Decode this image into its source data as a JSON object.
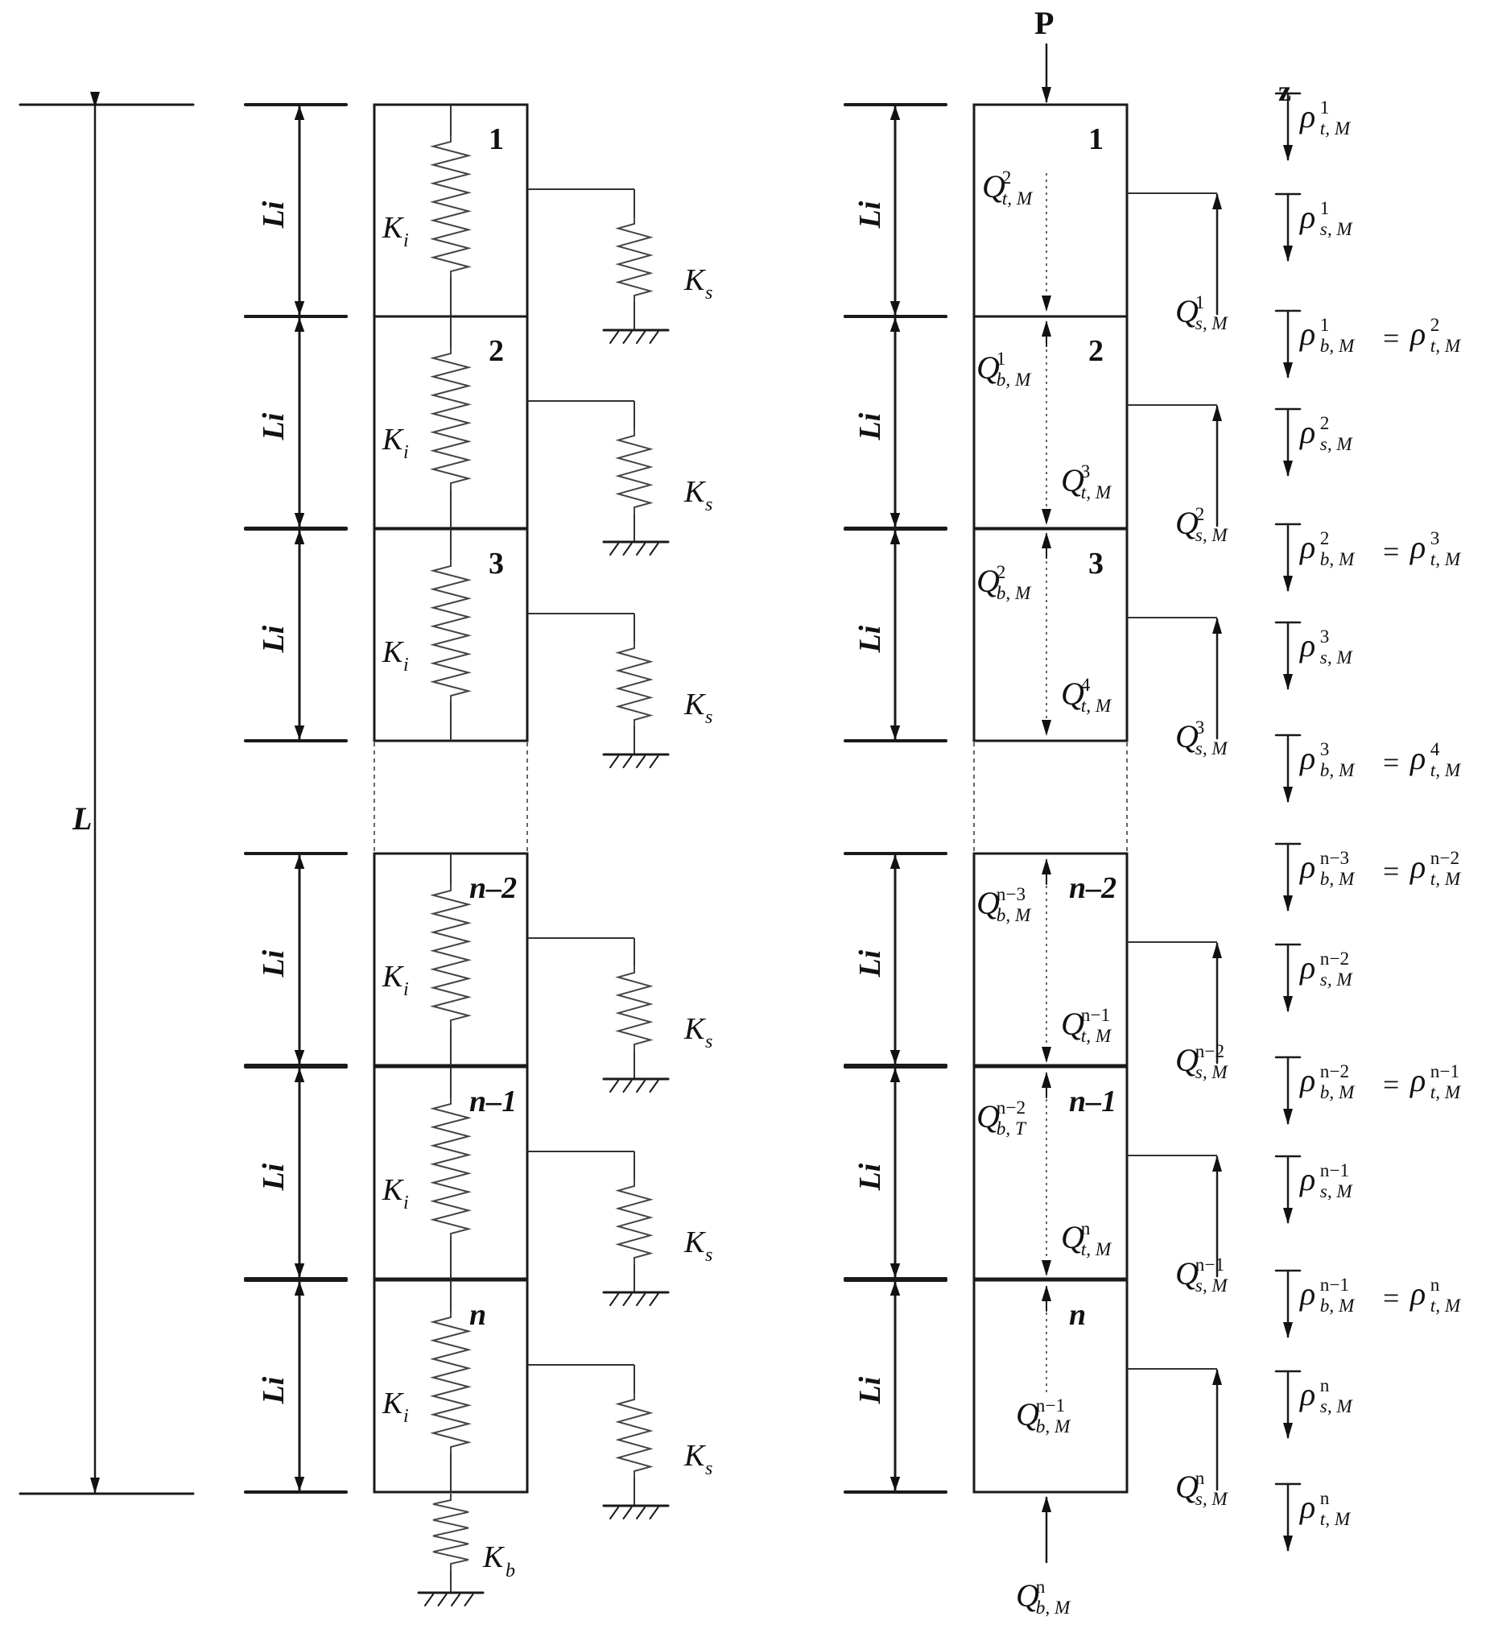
{
  "left_panel": {
    "total_length_label": "L",
    "segment_length_label": "Li",
    "internal_spring_label": "K",
    "internal_spring_sub": "i",
    "side_spring_label": "K",
    "side_spring_sub": "s",
    "base_spring_label": "K",
    "base_spring_sub": "b",
    "segments": [
      "1",
      "2",
      "3",
      "n–2",
      "n–1",
      "n"
    ]
  },
  "right_panel": {
    "load_label": "P",
    "axis_label": "z",
    "segment_length_label": "Li",
    "segments": [
      "1",
      "2",
      "3",
      "n–2",
      "n–1",
      "n"
    ],
    "internal_forces": [
      {
        "id": "qt1",
        "base": "Q",
        "sup": "2",
        "sub": "t, M"
      },
      {
        "id": "qb1",
        "base": "Q",
        "sup": "1",
        "sub": "b, M"
      },
      {
        "id": "qt3",
        "base": "Q",
        "sup": "3",
        "sub": "t, M"
      },
      {
        "id": "qb2",
        "base": "Q",
        "sup": "2",
        "sub": "b, M"
      },
      {
        "id": "qt4",
        "base": "Q",
        "sup": "4",
        "sub": "t, M"
      },
      {
        "id": "qbn3",
        "base": "Q",
        "sup": "n−3",
        "sub": "b, M"
      },
      {
        "id": "qtn1",
        "base": "Q",
        "sup": "n−1",
        "sub": "t, M"
      },
      {
        "id": "qbn2",
        "base": "Q",
        "sup": "n−2",
        "sub": "b, T"
      },
      {
        "id": "qtn",
        "base": "Q",
        "sup": "n",
        "sub": "t, M"
      },
      {
        "id": "qbn1",
        "base": "Q",
        "sup": "n−1",
        "sub": "b, M"
      },
      {
        "id": "qbn",
        "base": "Q",
        "sup": "n",
        "sub": "b, M"
      }
    ],
    "shaft_forces": [
      {
        "id": "qs1",
        "base": "Q",
        "sup": "1",
        "sub": "s, M"
      },
      {
        "id": "qs2",
        "base": "Q",
        "sup": "2",
        "sub": "s, M"
      },
      {
        "id": "qs3",
        "base": "Q",
        "sup": "3",
        "sub": "s, M"
      },
      {
        "id": "qsn2",
        "base": "Q",
        "sup": "n−2",
        "sub": "s, M"
      },
      {
        "id": "qsn1",
        "base": "Q",
        "sup": "n−1",
        "sub": "s, M"
      },
      {
        "id": "qsn",
        "base": "Q",
        "sup": "n",
        "sub": "s, M"
      }
    ],
    "displacements": [
      {
        "id": "d1",
        "terms": [
          {
            "base": "ρ",
            "sup": "1",
            "sub": "t, M"
          }
        ]
      },
      {
        "id": "d2",
        "terms": [
          {
            "base": "ρ",
            "sup": "1",
            "sub": "s, M"
          }
        ]
      },
      {
        "id": "d3",
        "terms": [
          {
            "base": "ρ",
            "sup": "1",
            "sub": "b, M"
          },
          {
            "base": "ρ",
            "sup": "2",
            "sub": "t, M"
          }
        ]
      },
      {
        "id": "d4",
        "terms": [
          {
            "base": "ρ",
            "sup": "2",
            "sub": "s, M"
          }
        ]
      },
      {
        "id": "d5",
        "terms": [
          {
            "base": "ρ",
            "sup": "2",
            "sub": "b, M"
          },
          {
            "base": "ρ",
            "sup": "3",
            "sub": "t, M"
          }
        ]
      },
      {
        "id": "d6",
        "terms": [
          {
            "base": "ρ",
            "sup": "3",
            "sub": "s, M"
          }
        ]
      },
      {
        "id": "d7",
        "terms": [
          {
            "base": "ρ",
            "sup": "3",
            "sub": "b, M"
          },
          {
            "base": "ρ",
            "sup": "4",
            "sub": "t, M"
          }
        ]
      },
      {
        "id": "d8",
        "terms": [
          {
            "base": "ρ",
            "sup": "n−3",
            "sub": "b, M"
          },
          {
            "base": "ρ",
            "sup": "n−2",
            "sub": "t, M"
          }
        ]
      },
      {
        "id": "d9",
        "terms": [
          {
            "base": "ρ",
            "sup": "n−2",
            "sub": "s, M"
          }
        ]
      },
      {
        "id": "d10",
        "terms": [
          {
            "base": "ρ",
            "sup": "n−2",
            "sub": "b, M"
          },
          {
            "base": "ρ",
            "sup": "n−1",
            "sub": "t, M"
          }
        ]
      },
      {
        "id": "d11",
        "terms": [
          {
            "base": "ρ",
            "sup": "n−1",
            "sub": "s, M"
          }
        ]
      },
      {
        "id": "d12",
        "terms": [
          {
            "base": "ρ",
            "sup": "n−1",
            "sub": "b, M"
          },
          {
            "base": "ρ",
            "sup": "n",
            "sub": "t, M"
          }
        ]
      },
      {
        "id": "d13",
        "terms": [
          {
            "base": "ρ",
            "sup": "n",
            "sub": "s, M"
          }
        ]
      },
      {
        "id": "d14",
        "terms": [
          {
            "base": "ρ",
            "sup": "n",
            "sub": "t, M"
          }
        ]
      }
    ],
    "equals_sign": "="
  }
}
